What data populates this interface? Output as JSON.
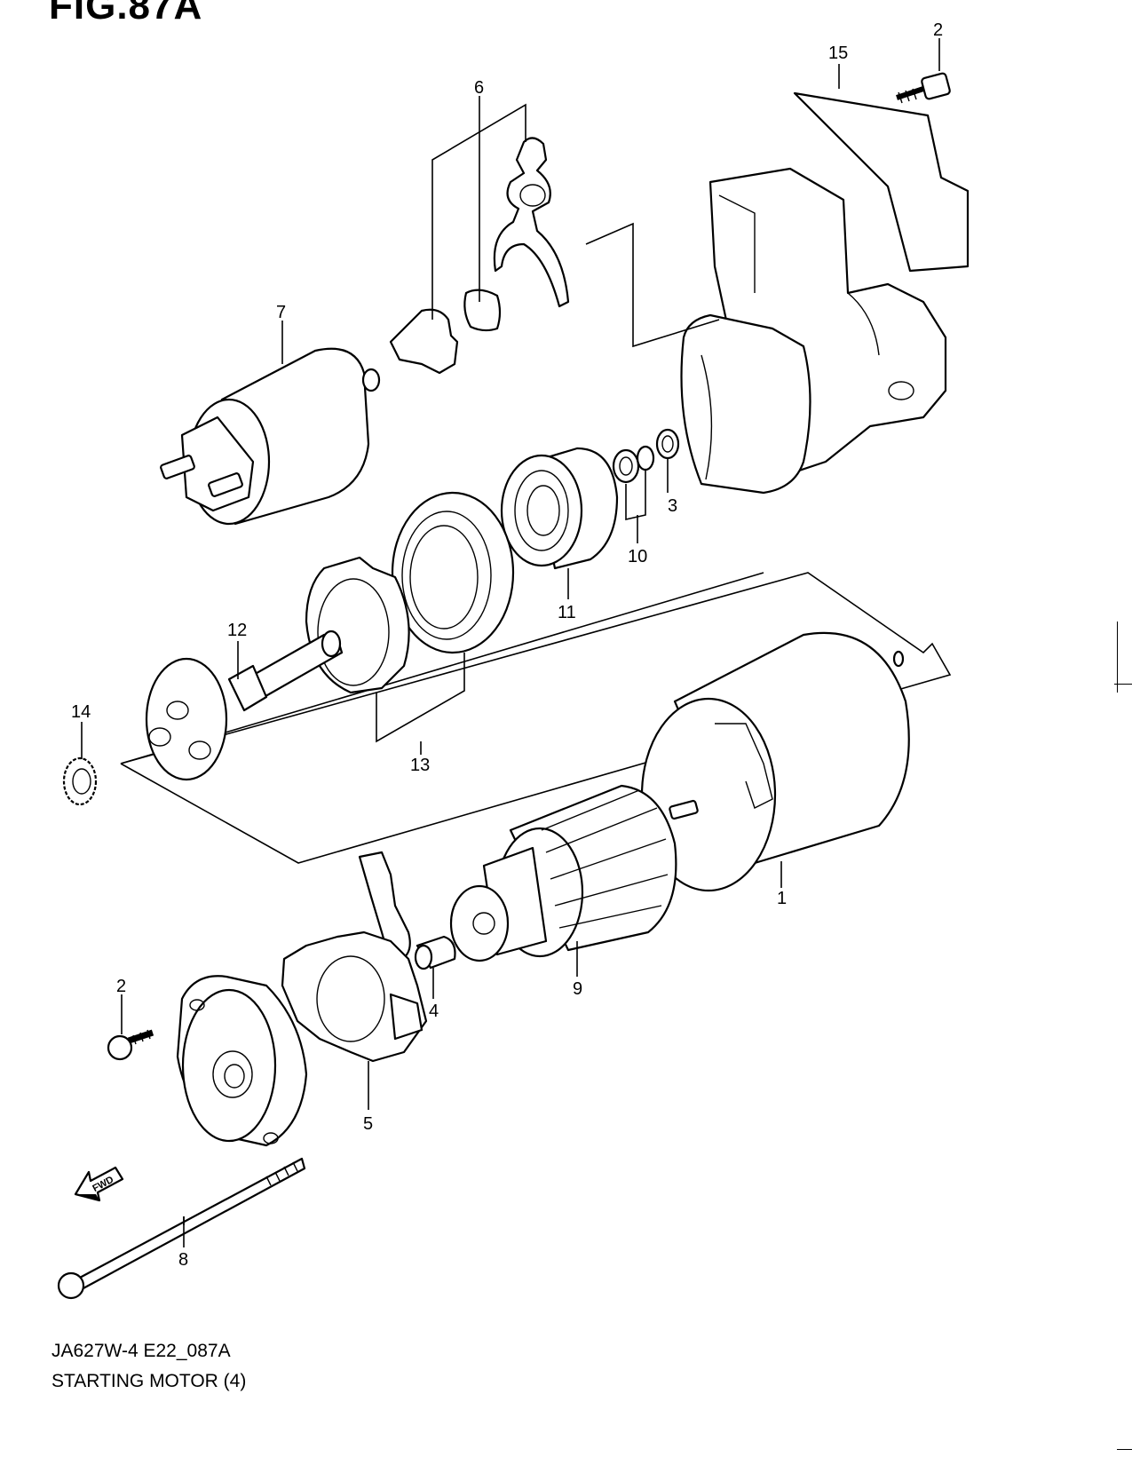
{
  "figure": {
    "title": "FIG.87A"
  },
  "footer": {
    "code": "JA627W-4 E22_087A",
    "caption": "STARTING MOTOR (4)"
  },
  "fwd_label": "FWD",
  "callouts": {
    "c1": "1",
    "c2a": "2",
    "c2b": "2",
    "c3": "3",
    "c4": "4",
    "c5": "5",
    "c6": "6",
    "c7": "7",
    "c8": "8",
    "c9": "9",
    "c10": "10",
    "c11": "11",
    "c12": "12",
    "c13": "13",
    "c14": "14",
    "c15": "15"
  }
}
